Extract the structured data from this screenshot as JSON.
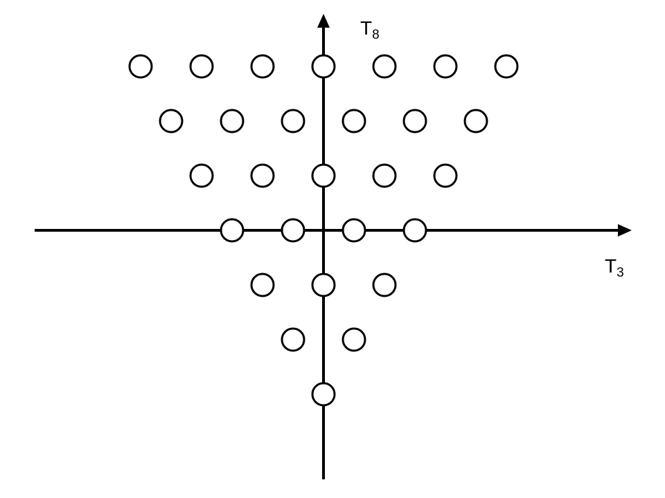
{
  "diagram": {
    "axes": {
      "x": {
        "main": "T",
        "sub": "3"
      },
      "y": {
        "main": "T",
        "sub": "8"
      }
    },
    "node_style": {
      "fill": "#ffffff",
      "stroke": "#000000"
    },
    "rows": [
      {
        "t8_level": 3,
        "t3_values": [
          -3,
          -2,
          -1,
          0,
          1,
          2,
          3
        ]
      },
      {
        "t8_level": 2,
        "t3_values": [
          -2.5,
          -1.5,
          -0.5,
          0.5,
          1.5,
          2.5
        ]
      },
      {
        "t8_level": 1,
        "t3_values": [
          -2,
          -1,
          0,
          1,
          2
        ]
      },
      {
        "t8_level": 0,
        "t3_values": [
          -1.5,
          -0.5,
          0.5,
          1.5
        ]
      },
      {
        "t8_level": -1,
        "t3_values": [
          -1,
          0,
          1
        ]
      },
      {
        "t8_level": -2,
        "t3_values": [
          -0.5,
          0.5
        ]
      },
      {
        "t8_level": -3,
        "t3_values": [
          0
        ]
      }
    ]
  }
}
